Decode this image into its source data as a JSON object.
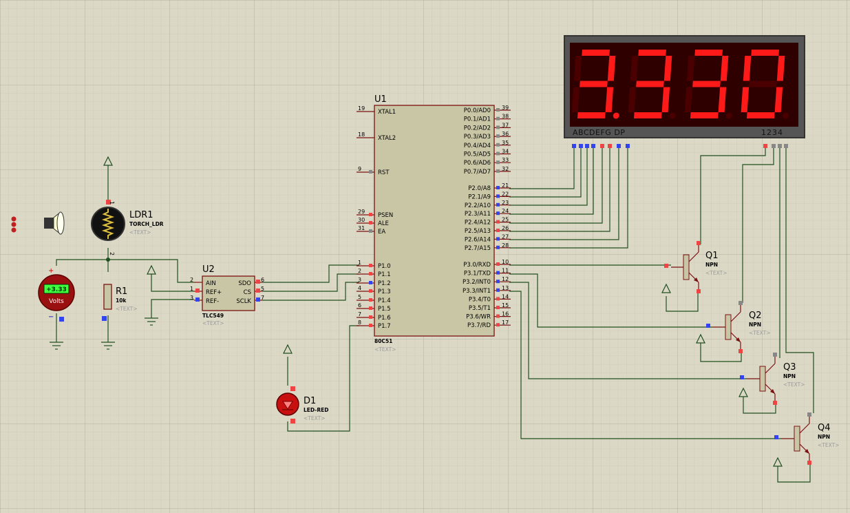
{
  "components": {
    "ldr1": {
      "ref": "LDR1",
      "value": "TORCH_LDR",
      "text": "<TEXT>"
    },
    "r1": {
      "ref": "R1",
      "value": "10k",
      "text": "<TEXT>"
    },
    "voltmeter": {
      "reading": "+3.33",
      "unit": "Volts",
      "plus": "+",
      "minus": "−"
    },
    "u2": {
      "ref": "U2",
      "value": "TLC549",
      "text": "<TEXT>",
      "pins": [
        {
          "name": "AIN",
          "num": "2"
        },
        {
          "name": "REF+",
          "num": "1"
        },
        {
          "name": "REF-",
          "num": "3"
        },
        {
          "name": "SDO",
          "num": "6"
        },
        {
          "name": "CS",
          "num": "5"
        },
        {
          "name": "SCLK",
          "num": "7"
        }
      ]
    },
    "u1": {
      "ref": "U1",
      "value": "80C51",
      "text": "<TEXT>",
      "left_pins": [
        {
          "name": "XTAL1",
          "num": "19"
        },
        {
          "name": "XTAL2",
          "num": "18"
        },
        {
          "name": "RST",
          "num": "9"
        },
        {
          "name": "PSEN",
          "num": "29"
        },
        {
          "name": "ALE",
          "num": "30"
        },
        {
          "name": "EA",
          "num": "31"
        },
        {
          "name": "P1.0",
          "num": "1"
        },
        {
          "name": "P1.1",
          "num": "2"
        },
        {
          "name": "P1.2",
          "num": "3"
        },
        {
          "name": "P1.3",
          "num": "4"
        },
        {
          "name": "P1.4",
          "num": "5"
        },
        {
          "name": "P1.5",
          "num": "6"
        },
        {
          "name": "P1.6",
          "num": "7"
        },
        {
          "name": "P1.7",
          "num": "8"
        }
      ],
      "right_pins": [
        {
          "name": "P0.0/AD0",
          "num": "39"
        },
        {
          "name": "P0.1/AD1",
          "num": "38"
        },
        {
          "name": "P0.2/AD2",
          "num": "37"
        },
        {
          "name": "P0.3/AD3",
          "num": "36"
        },
        {
          "name": "P0.4/AD4",
          "num": "35"
        },
        {
          "name": "P0.5/AD5",
          "num": "34"
        },
        {
          "name": "P0.6/AD6",
          "num": "33"
        },
        {
          "name": "P0.7/AD7",
          "num": "32"
        },
        {
          "name": "P2.0/A8",
          "num": "21"
        },
        {
          "name": "P2.1/A9",
          "num": "22"
        },
        {
          "name": "P2.2/A10",
          "num": "23"
        },
        {
          "name": "P2.3/A11",
          "num": "24"
        },
        {
          "name": "P2.4/A12",
          "num": "25"
        },
        {
          "name": "P2.5/A13",
          "num": "26"
        },
        {
          "name": "P2.6/A14",
          "num": "27"
        },
        {
          "name": "P2.7/A15",
          "num": "28"
        },
        {
          "name": "P3.0/RXD",
          "num": "10"
        },
        {
          "name": "P3.1/TXD",
          "num": "11"
        },
        {
          "name": "P3.2/INT0",
          "num": "12"
        },
        {
          "name": "P3.3/INT1",
          "num": "13"
        },
        {
          "name": "P3.4/T0",
          "num": "14"
        },
        {
          "name": "P3.5/T1",
          "num": "15"
        },
        {
          "name": "P3.6/WR",
          "num": "16"
        },
        {
          "name": "P3.7/RD",
          "num": "17"
        }
      ]
    },
    "d1": {
      "ref": "D1",
      "value": "LED-RED",
      "text": "<TEXT>"
    },
    "display": {
      "digits": [
        "3.",
        "3",
        "3",
        "0"
      ],
      "seg_label": "ABCDEFG  DP",
      "digit_label": "1234"
    },
    "transistors": [
      {
        "ref": "Q1",
        "type": "NPN",
        "text": "<TEXT>"
      },
      {
        "ref": "Q2",
        "type": "NPN",
        "text": "<TEXT>"
      },
      {
        "ref": "Q3",
        "type": "NPN",
        "text": "<TEXT>"
      },
      {
        "ref": "Q4",
        "type": "NPN",
        "text": "<TEXT>"
      }
    ]
  },
  "ldr_pins": {
    "top": "1",
    "bottom": "2"
  },
  "colors": {
    "background": "#dcd8c6",
    "wire": "#1f4f1f",
    "pin": "#7a1010",
    "segment_on": "#ff1a1a",
    "pin_red": "#ee4444",
    "pin_blue": "#3344ee"
  }
}
